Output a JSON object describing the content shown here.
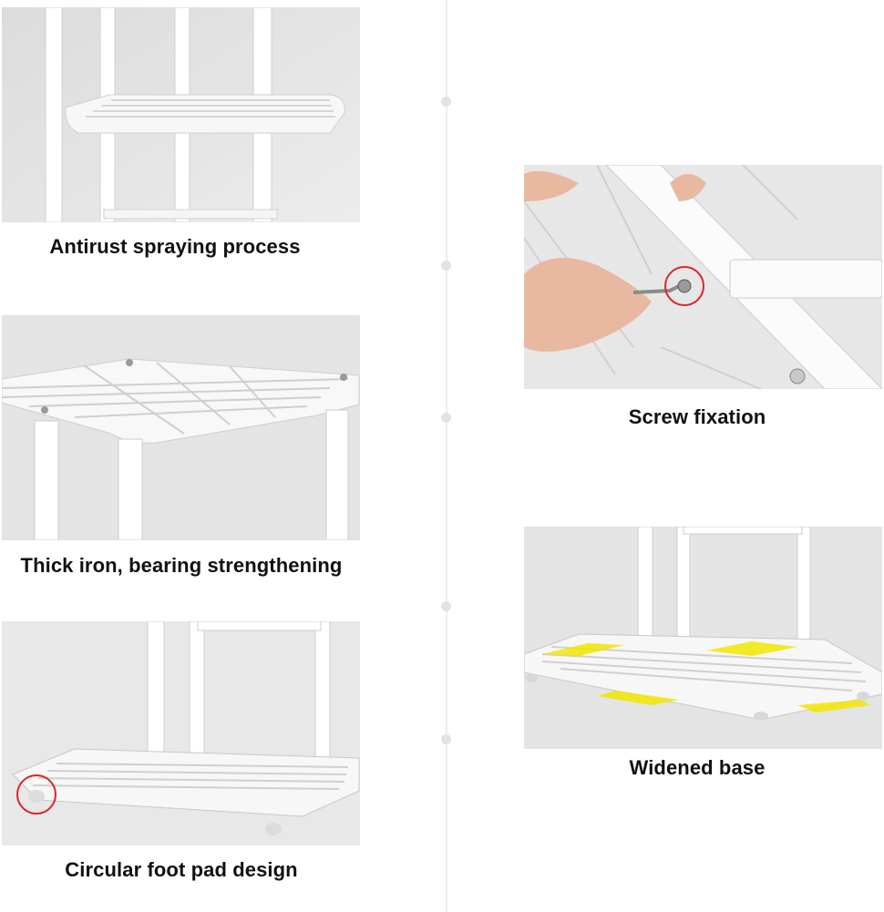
{
  "features": [
    {
      "id": "antirust",
      "caption": "Antirust spraying process"
    },
    {
      "id": "thick-iron",
      "caption": "Thick iron, bearing strengthening"
    },
    {
      "id": "foot-pad",
      "caption": "Circular foot pad design"
    },
    {
      "id": "screw",
      "caption": "Screw fixation"
    },
    {
      "id": "base",
      "caption": "Widened base"
    }
  ],
  "colors": {
    "background": "#ffffff",
    "photo_background": "#e9e9e9",
    "rack": "#ffffff",
    "highlight_circle": "#d9262b",
    "arrow_yellow": "#f2e600"
  }
}
